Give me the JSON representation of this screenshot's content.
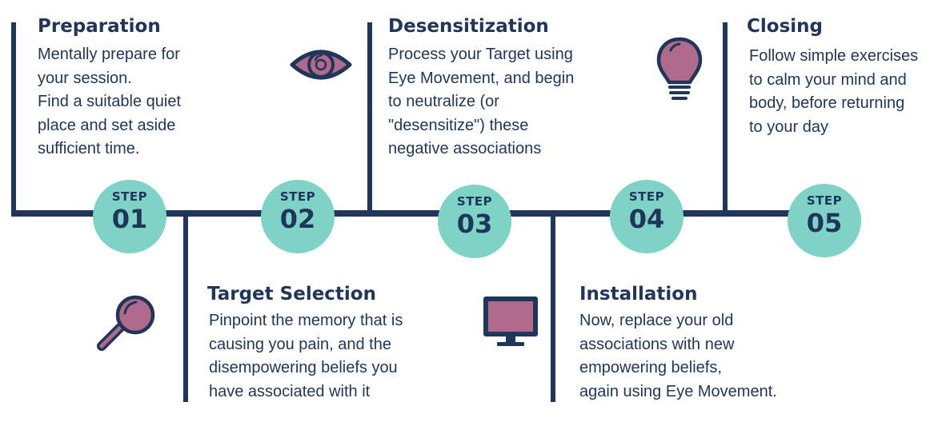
{
  "colors": {
    "navy": "#1f3559",
    "teal": "#7fd3c6",
    "mauve": "#b06a8c"
  },
  "steps": [
    {
      "step_label": "STEP",
      "number": "01",
      "title": "Preparation",
      "description": "Mentally prepare for\nyour session.\nFind a suitable quiet\nplace and set aside\nsufficient time.",
      "icon": "magnifying-glass-icon"
    },
    {
      "step_label": "STEP",
      "number": "02",
      "title": "Target Selection",
      "description": "Pinpoint the memory that is\ncausing you pain, and the\ndisempowering beliefs you\nhave associated with it",
      "icon": "eye-icon"
    },
    {
      "step_label": "STEP",
      "number": "03",
      "title": "Desensitization",
      "description": "Process your Target using\nEye Movement, and begin\nto neutralize (or\n\"desensitize\") these\nnegative associations",
      "icon": "monitor-icon"
    },
    {
      "step_label": "STEP",
      "number": "04",
      "title": "Installation",
      "description": "Now, replace your old\nassociations with new\nempowering beliefs,\nagain using Eye Movement.",
      "icon": "lightbulb-icon"
    },
    {
      "step_label": "STEP",
      "number": "05",
      "title": "Closing",
      "description": "Follow simple exercises\nto calm your mind and\nbody, before returning\nto your day",
      "icon": null
    }
  ]
}
